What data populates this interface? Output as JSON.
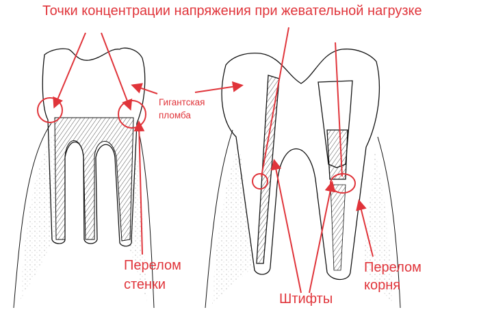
{
  "title": "Точки концентрации напряжения при жевательной нагрузке",
  "labels": {
    "filling_line1": "Гигантская",
    "filling_line2": "пломба",
    "wall_fracture_line1": "Перелом",
    "wall_fracture_line2": "стенки",
    "posts": "Штифты",
    "root_fracture_line1": "Перелом",
    "root_fracture_line2": "корня"
  },
  "colors": {
    "annotation": "#e0343a",
    "sketch": "#111111"
  }
}
